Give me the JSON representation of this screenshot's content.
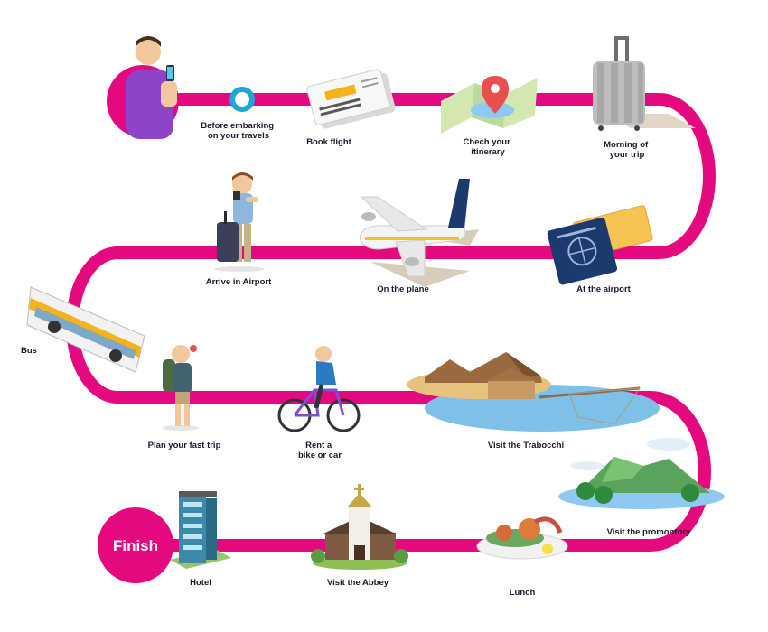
{
  "route_color": "#e5097f",
  "steps": [
    {
      "label_lines": [
        "Before embarking",
        "on your travels"
      ],
      "icon": "person-with-phone-icon"
    },
    {
      "label_lines": [
        "Book flight"
      ],
      "icon": "flight-ticket-icon"
    },
    {
      "label_lines": [
        "Chech your",
        "itinerary"
      ],
      "icon": "map-pin-icon"
    },
    {
      "label_lines": [
        "Morning of",
        "your trip"
      ],
      "icon": "suitcase-icon"
    },
    {
      "label_lines": [
        "At the airport"
      ],
      "icon": "passport-icon"
    },
    {
      "label_lines": [
        "On the plane"
      ],
      "icon": "airplane-icon"
    },
    {
      "label_lines": [
        "Arrive in Airport"
      ],
      "icon": "traveler-with-luggage-icon"
    },
    {
      "label_lines": [
        "Bus"
      ],
      "icon": "bus-icon"
    },
    {
      "label_lines": [
        "Plan your fast trip"
      ],
      "icon": "hiker-icon"
    },
    {
      "label_lines": [
        "Rent a",
        "bike or car"
      ],
      "icon": "bicycle-icon"
    },
    {
      "label_lines": [
        "Visit the Trabocchi"
      ],
      "icon": "trabocco-island-icon"
    },
    {
      "label_lines": [
        "Visit the promontory"
      ],
      "icon": "promontory-island-icon"
    },
    {
      "label_lines": [
        "Lunch"
      ],
      "icon": "seafood-plate-icon"
    },
    {
      "label_lines": [
        "Visit the Abbey"
      ],
      "icon": "abbey-church-icon"
    },
    {
      "label_lines": [
        "Hotel"
      ],
      "icon": "hotel-building-icon"
    }
  ],
  "finish": {
    "label": "Finish"
  }
}
